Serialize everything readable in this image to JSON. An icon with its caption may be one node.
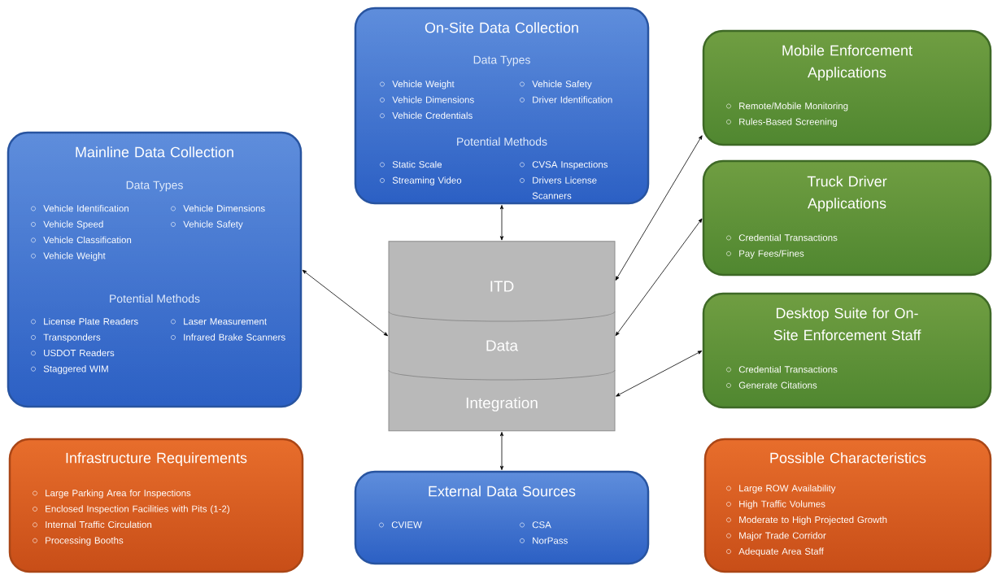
{
  "diagram": {
    "nodes": [
      {
        "text": [
          "On-Site Data Collection",
          "Data Types",
          "Vehicle Weight",
          "Vehicle Dimensions",
          "Vehicle Credentials",
          "Vehicle Safety",
          "Driver Identification",
          "Potential Methods",
          "Static Scale",
          "Streaming Video",
          "CVSA Inspections",
          "Drivers License Scanners"
        ]
      },
      {
        "text": [
          "Mobile Enforcement Applications",
          "Remote/Mobile Monitoring",
          "Rules-Based Screening"
        ]
      },
      {
        "text": [
          "Mainline Data Collection",
          "Data Types",
          "Vehicle Identification",
          "Vehicle Speed",
          "Vehicle Classification",
          "Vehicle Weight",
          "Vehicle Dimensions",
          "Vehicle Safety",
          "Potential Methods",
          "License Plate Readers",
          "Transponders",
          "USDOT Readers",
          "Staggered WIM",
          "Laser Measurement",
          "Infrared Brake Scanners"
        ]
      },
      {
        "text": [
          "Truck Driver Applications",
          "Credential Transactions",
          "Pay Fees/Fines"
        ]
      },
      {
        "text": [
          "ITD",
          "Data",
          "Integration"
        ]
      },
      {
        "text": [
          "Desktop Suite for On-Site Enforcement Staff",
          "Credential Transactions",
          "Generate Citations"
        ]
      },
      {
        "text": [
          "Infrastructure Requirements",
          "Large Parking Area for Inspections",
          "Enclosed Inspection Facilities with Pits (1-2)",
          "Internal Traffic Circulation",
          "Processing Booths"
        ]
      },
      {
        "text": [
          "External Data Sources",
          "CVIEW",
          "CSA",
          "NorPass"
        ]
      },
      {
        "text": [
          "Possible Characteristics",
          "Large ROW Availability",
          "High Traffic Volumes",
          "Moderate to High Projected Growth",
          "Major Trade Corridor",
          "Adequate Area Staff"
        ]
      }
    ],
    "edges": [
      {
        "from": 0,
        "to": 4,
        "arrow": "both"
      },
      {
        "from": 2,
        "to": 4,
        "arrow": "both"
      },
      {
        "from": 1,
        "to": 4,
        "arrow": "both"
      },
      {
        "from": 3,
        "to": 4,
        "arrow": "both"
      },
      {
        "from": 5,
        "to": 4,
        "arrow": "both"
      },
      {
        "from": 4,
        "to": 7,
        "arrow": "both"
      }
    ]
  }
}
